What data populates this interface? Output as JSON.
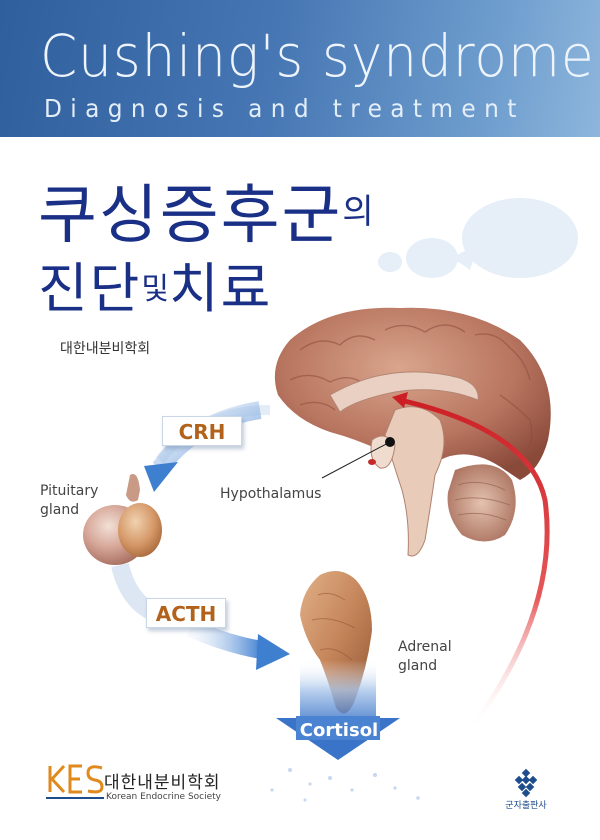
{
  "banner": {
    "title": "Cushing's syndrome",
    "subtitle": "Diagnosis and treatment"
  },
  "korean_title": {
    "line1_main": "쿠싱증후군",
    "line1_suffix": "의",
    "line2_part1": "진단",
    "line2_small": "및",
    "line2_part2": "치료"
  },
  "author": "대한내분비학회",
  "diagram": {
    "crh_label": "CRH",
    "acth_label": "ACTH",
    "cortisol_label": "Cortisol",
    "pituitary_line1": "Pituitary",
    "pituitary_line2": "gland",
    "hypothalamus_label": "Hypothalamus",
    "adrenal_line1": "Adrenal",
    "adrenal_line2": "gland"
  },
  "footer": {
    "society_kr": "대한내분비학회",
    "society_en": "Korean Endocrine Society",
    "publisher": "군자출판사"
  },
  "colors": {
    "banner_blue": "#3a69a8",
    "title_navy": "#1a2f86",
    "label_orange": "#b2621a",
    "arrow_blue": "#3f7fd0",
    "feedback_red": "#d8262a",
    "kes_orange": "#e08a1e"
  }
}
